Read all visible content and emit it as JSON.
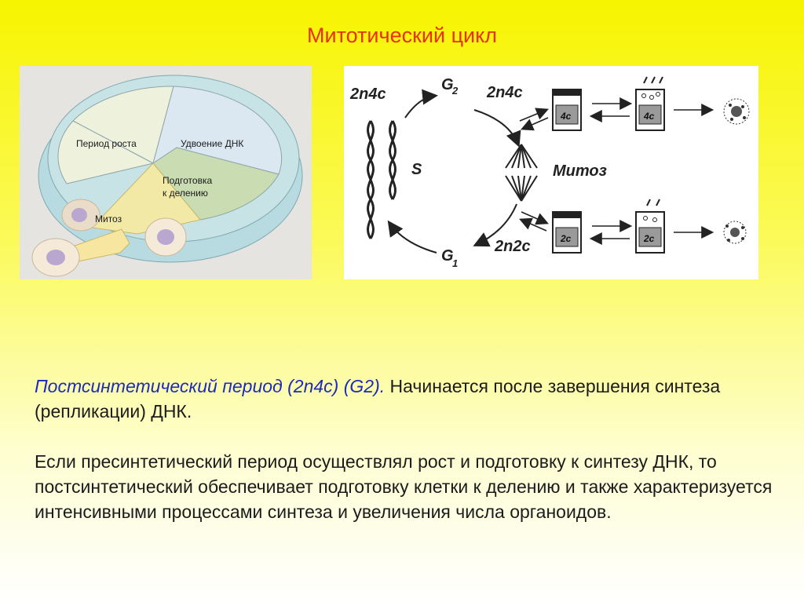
{
  "slide": {
    "title": "Митотический цикл"
  },
  "left_diagram": {
    "sector_growth": "Период роста",
    "sector_dna": "Удвоение ДНК",
    "sector_prep_line1": "Подготовка",
    "sector_prep_line2": "к делению",
    "mitosis": "Митоз",
    "colors": {
      "growth": "#eef2dc",
      "dna": "#dbe8f1",
      "prep": "#c9dcb2",
      "ring": "#b7dbe0",
      "arrow": "#f3e9a6"
    }
  },
  "right_diagram": {
    "label_2n4c_top_left": "2n4c",
    "label_g2_main": "G",
    "label_g2_sub": "2",
    "label_2n4c_top": "2n4c",
    "label_s": "S",
    "label_mitosis": "Митоз",
    "label_g1_main": "G",
    "label_g1_sub": "1",
    "label_2n2c": "2n2c",
    "jar_4c_a": "4c",
    "jar_4c_b": "4c",
    "jar_2c_a": "2c",
    "jar_2c_b": "2c"
  },
  "body_text": {
    "p1_italic": "Постсинтетический период (2n4c) (G2).",
    "p1_rest": " Начинается после завершения синтеза (репликации) ДНК.",
    "p2": "Если пресинтетический период осуществлял рост и подготовку к синтезу ДНК, то постсинтетический обеспечивает подготовку клетки к делению и также характеризуется интенсивными процессами синтеза и увеличения числа органоидов."
  }
}
